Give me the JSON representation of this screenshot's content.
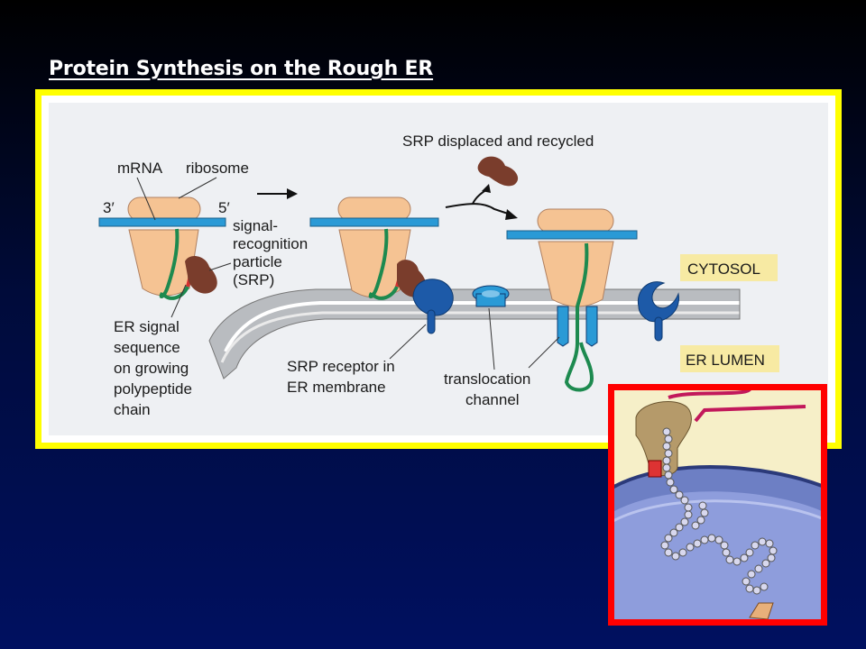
{
  "slide": {
    "title": "Protein Synthesis on the Rough ER"
  },
  "labels": {
    "mrna": "mRNA",
    "ribosome": "ribosome",
    "three_prime": "3′",
    "five_prime": "5′",
    "srp": [
      "signal-",
      "recognition",
      "particle",
      "(SRP)"
    ],
    "srp_recycled": "SRP displaced and recycled",
    "cytosol": "CYTOSOL",
    "er_lumen": "ER LUMEN",
    "er_signal": [
      "ER signal",
      "sequence",
      "on growing",
      "polypeptide",
      "chain"
    ],
    "srp_receptor": [
      "SRP receptor in",
      "ER membrane"
    ],
    "translocation": [
      "translocation",
      "channel"
    ]
  },
  "colors": {
    "frame": "#ffff00",
    "inset_frame": "#ff0000",
    "ribosome": "#f5c393",
    "mrna": "#2a9ad6",
    "srp": "#7a3d2c",
    "receptor": "#1d5aa8",
    "chain": "#1d8a4f",
    "label_box": "#f7eaa3"
  }
}
